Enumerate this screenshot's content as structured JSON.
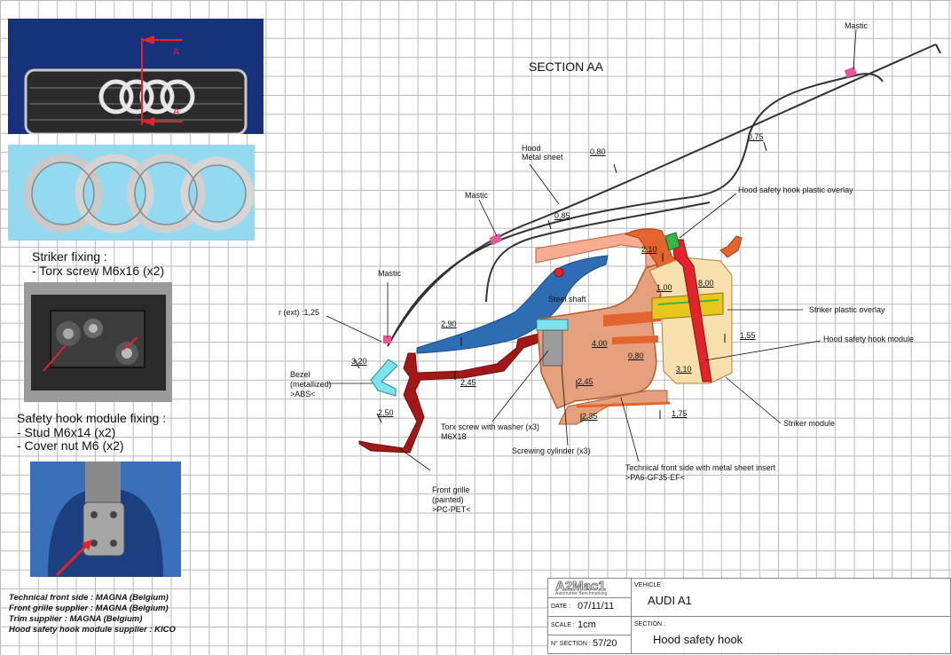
{
  "section_title": "SECTION AA",
  "photos": {
    "grille_markers": [
      "A",
      "A"
    ]
  },
  "side_notes": {
    "striker_title": "Striker fixing :",
    "striker_items": [
      "- Torx screw M6x16 (x2)"
    ],
    "safety_title": "Safety hook module fixing :",
    "safety_items": [
      "- Stud M6x14 (x2)",
      "- Cover nut M6 (x2)"
    ]
  },
  "suppliers": [
    "Technical front side : MAGNA (Belgium)",
    "Front grille supplier : MAGNA (Belgium)",
    "Trim supplier : MAGNA (Belgium)",
    "Hood safety hook module supplier : KICO"
  ],
  "labels": {
    "mastic_top": "Mastic",
    "hood": "Hood",
    "metal_sheet": "Metal sheet",
    "mastic_mid": "Mastic",
    "mastic_left": "Mastic",
    "hook_overlay": "Hood safety hook plastic overlay",
    "steel_shaft": "Steel shaft",
    "r_ext": "r (ext) :1,25",
    "striker_overlay": "Striker plastic overlay",
    "hook_module": "Hood safety hook module",
    "bezel_1": "Bezel",
    "bezel_2": "(metallized)",
    "bezel_3": ">ABS<",
    "torx_1": "Torx screw with washer (x3)",
    "torx_2": "M6X18",
    "screwing": "Screwing cylinder (x3)",
    "tech_1": "Technical front side with metal sheet insert",
    "tech_2": ">PA6-GF35-EF<",
    "striker_module": "Striker module",
    "grille_1": "Front grille",
    "grille_2": "(painted)",
    "grille_3": ">PC-PET<"
  },
  "dimensions": {
    "d080a": "0,80",
    "d075": "0,75",
    "d085": "0,85",
    "d210": "2,10",
    "d100": "1,00",
    "d800": "8,00",
    "d290": "2,90",
    "d400": "4,00",
    "d155": "1,55",
    "d080b": "0,80",
    "d320": "3,20",
    "d245a": "2,45",
    "d310": "3,10",
    "d245b": "2,45",
    "d250": "2,50",
    "d235": "2,35",
    "d175": "1,75"
  },
  "title_block": {
    "logo": "A2Mac1",
    "logo_sub": "Automotive Benchmarking",
    "date_label": "DATE :",
    "date": "07/11/11",
    "scale_label": "SCALE :",
    "scale": "1cm",
    "section_no_label": "N° SECTION :",
    "section_no": "57/20",
    "vehicle_label": "VEHICLE :",
    "vehicle": "AUDI A1",
    "section_label": "SECTION :",
    "section_name": "Hood safety hook"
  },
  "colors": {
    "hood_line": "#333333",
    "mastic": "#e6579a",
    "plastic_overlay": "#f6ad91",
    "technical_front": "#e5a07d",
    "orange_part": "#e4642d",
    "blue_part": "#2e6db4",
    "bezel": "#7fe3ee",
    "grille": "#a21818",
    "striker_module": "#f7e0ad",
    "overlay_yellow": "#e6c81c",
    "hook_red": "#e3232b"
  }
}
